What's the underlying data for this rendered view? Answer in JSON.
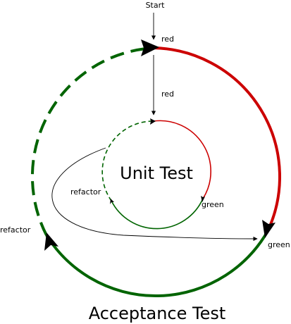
{
  "labels": {
    "start": "Start",
    "outer_red": "red",
    "inner_red": "red",
    "inner_title": "Unit Test",
    "inner_refactor": "refactor",
    "inner_green": "green",
    "outer_refactor": "refactor",
    "outer_green": "green",
    "outer_title": "Acceptance Test"
  },
  "colors": {
    "red": "#cc0000",
    "green": "#006400",
    "arrow": "#000000"
  }
}
